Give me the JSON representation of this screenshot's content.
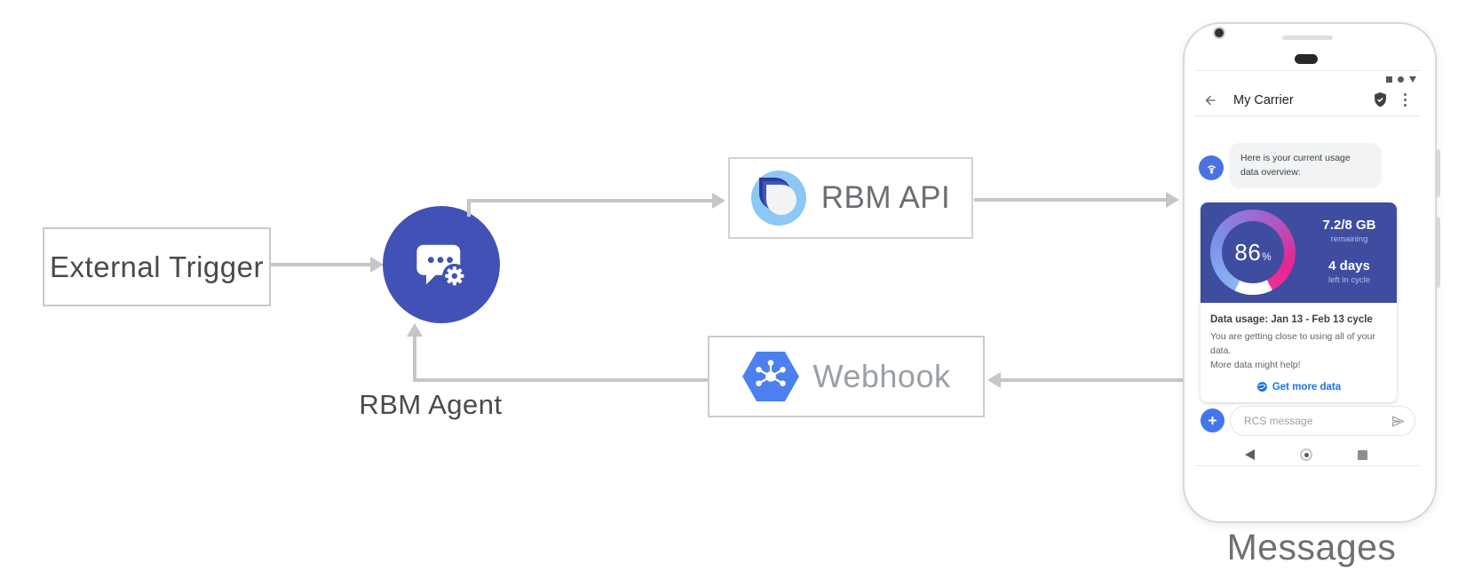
{
  "diagram": {
    "nodes": {
      "external_trigger": {
        "label": "External Trigger"
      },
      "rbm_agent": {
        "label": "RBM Agent"
      },
      "rbm_api": {
        "label": "RBM API"
      },
      "webhook": {
        "label": "Webhook"
      }
    },
    "caption": "Messages",
    "flow": [
      "External Trigger -> RBM Agent",
      "RBM Agent -> RBM API",
      "RBM API -> Phone",
      "Phone -> Webhook",
      "Webhook -> RBM Agent"
    ],
    "colors": {
      "agent_circle": "#4151b5",
      "arrow": "#c6c6c6",
      "api_logo_light_blue": "#8bc8f5",
      "api_logo_navy": "#2b3b9b",
      "webhook_hexagon": "#4c80ef"
    }
  },
  "phone": {
    "header": {
      "title": "My Carrier"
    },
    "chat": {
      "bubble_line1": "Here is your current usage",
      "bubble_line2": "data overview:"
    },
    "usage_card": {
      "gauge": {
        "percent": "86",
        "unit": "%"
      },
      "remaining_value": "7.2/8 GB",
      "remaining_label": "remaining",
      "days_value": "4 days",
      "days_label": "left in cycle",
      "title": "Data usage: Jan 13 - Feb 13 cycle",
      "body_line1": "You are getting close to using all of your data.",
      "body_line2": "More data might help!",
      "cta_label": "Get more data",
      "colors": {
        "card_blue": "#3e4da0",
        "link_blue": "#1a73e8",
        "gauge_gradient": [
          "#8ab6f2",
          "#7c90e9",
          "#a75fc9",
          "#ee2f97"
        ]
      }
    },
    "composer": {
      "placeholder": "RCS message"
    }
  }
}
